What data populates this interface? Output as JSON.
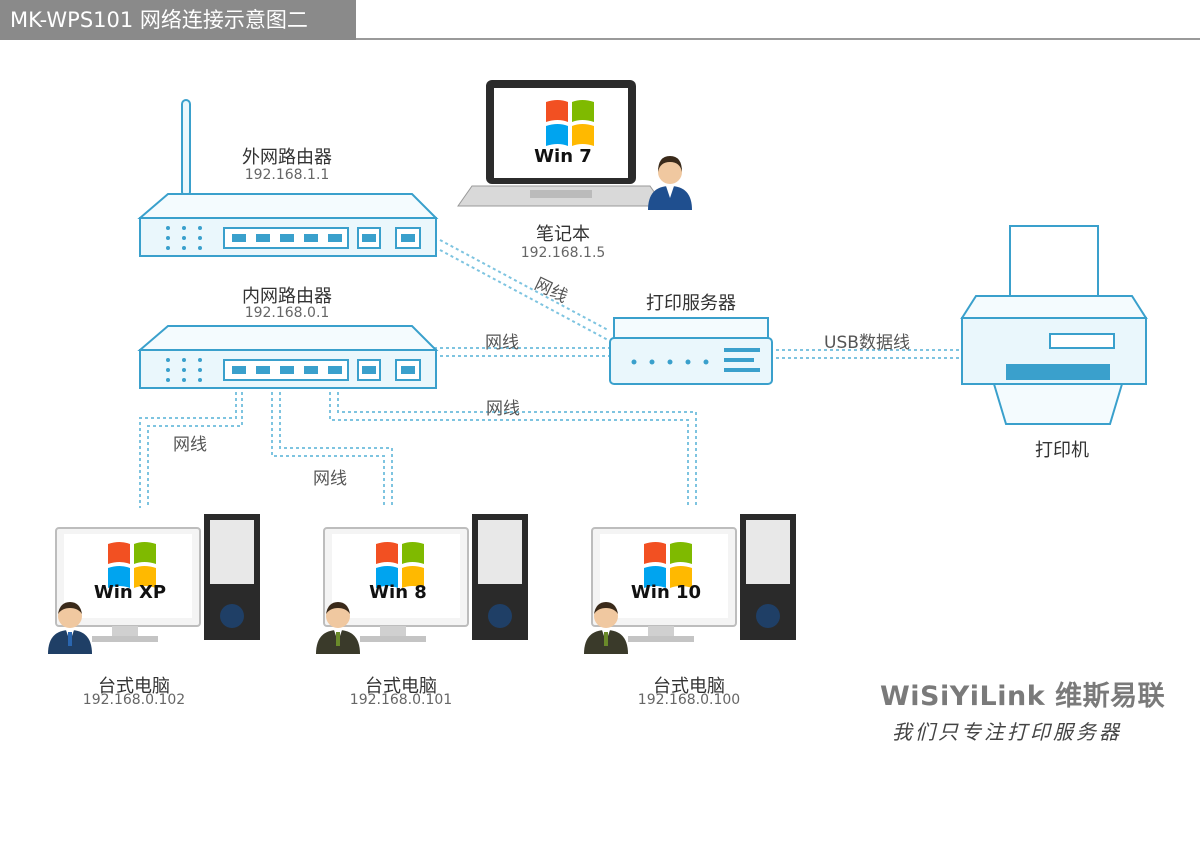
{
  "title": "MK-WPS101 网络连接示意图二",
  "colors": {
    "device_stroke": "#3aa0cc",
    "device_fill": "#eaf7fc",
    "wire": "#7ec4e0",
    "title_bg": "#8a8a8a",
    "brand": "#7a7a7a"
  },
  "devices": {
    "outer_router": {
      "name": "外网路由器",
      "ip": "192.168.1.1"
    },
    "inner_router": {
      "name": "内网路由器",
      "ip": "192.168.0.1"
    },
    "laptop": {
      "name": "笔记本",
      "ip": "192.168.1.5",
      "os": "Win 7"
    },
    "print_server": {
      "name": "打印服务器"
    },
    "printer": {
      "name": "打印机"
    },
    "desktops": [
      {
        "name": "台式电脑",
        "ip": "192.168.0.102",
        "os": "Win XP"
      },
      {
        "name": "台式电脑",
        "ip": "192.168.0.101",
        "os": "Win 8"
      },
      {
        "name": "台式电脑",
        "ip": "192.168.0.100",
        "os": "Win 10"
      }
    ]
  },
  "connections": {
    "cable_label": "网线",
    "usb_label": "USB数据线"
  },
  "brand": {
    "name": "WiSiYiLink 维斯易联",
    "slogan": "我们只专注打印服务器"
  }
}
